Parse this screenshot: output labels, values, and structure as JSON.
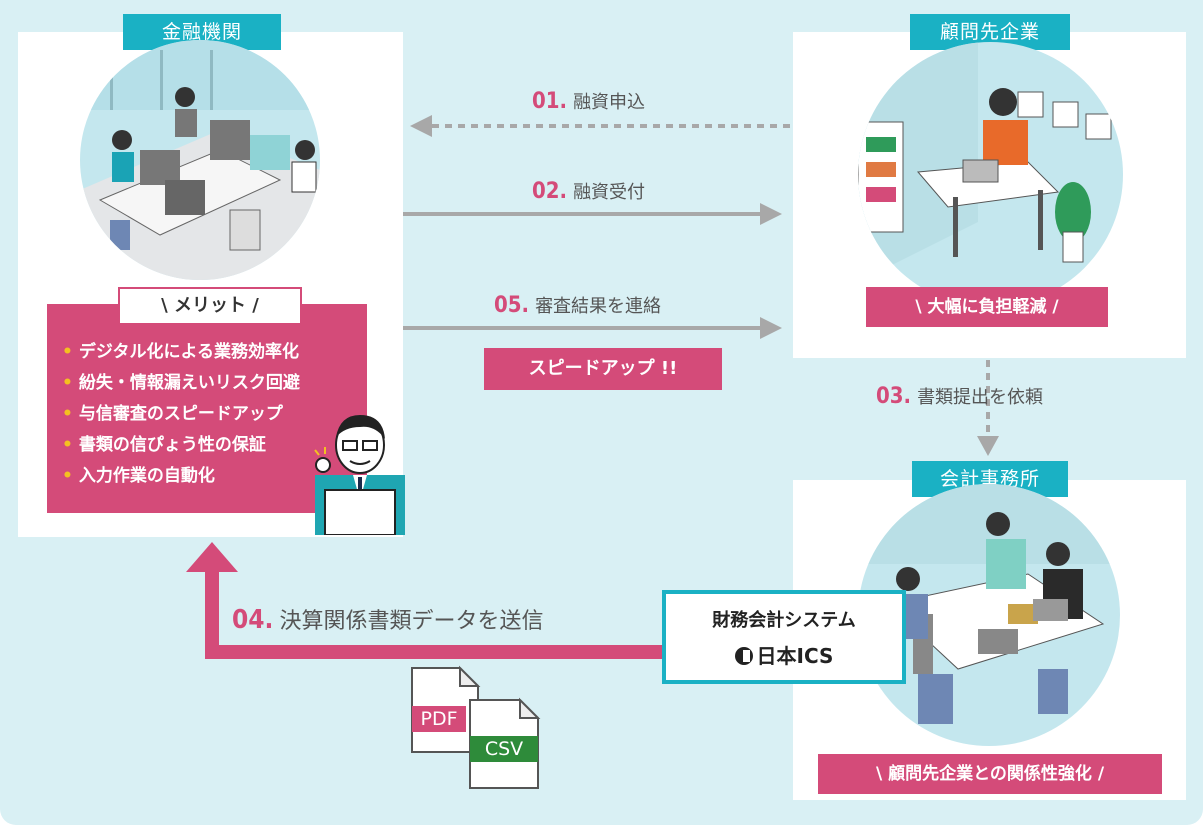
{
  "colors": {
    "accent_pink": "#d44b79",
    "teal": "#1ab1c4",
    "bg": "#d9f0f4",
    "arrow_gray": "#a8a8a8",
    "bullet_yellow": "#f4c020"
  },
  "bank": {
    "title": "金融機関",
    "merit_label": "\\ メリット /",
    "merits": [
      "デジタル化による業務効率化",
      "紛失・情報漏えいリスク回避",
      "与信審査のスピードアップ",
      "書類の信ぴょう性の保証",
      "入力作業の自動化"
    ]
  },
  "client": {
    "title": "顧問先企業",
    "benefit": "\\ 大幅に負担軽減 /"
  },
  "accounting": {
    "title": "会計事務所",
    "benefit": "\\ 顧問先企業との関係性強化 /"
  },
  "steps": [
    {
      "num": "01.",
      "label": "融資申込"
    },
    {
      "num": "02.",
      "label": "融資受付"
    },
    {
      "num": "03.",
      "label": "書類提出を依頼"
    },
    {
      "num": "04.",
      "label": "決算関係書類データを送信"
    },
    {
      "num": "05.",
      "label": "審査結果を連絡"
    }
  ],
  "speedup": "スピードアップ !!",
  "system": {
    "title": "財務会計システム",
    "brand": "日本ICS",
    "brand_icon": "ics-logo-icon"
  },
  "files": [
    {
      "label": "PDF",
      "color": "#d44b79"
    },
    {
      "label": "CSV",
      "color": "#2e8b3a"
    }
  ]
}
